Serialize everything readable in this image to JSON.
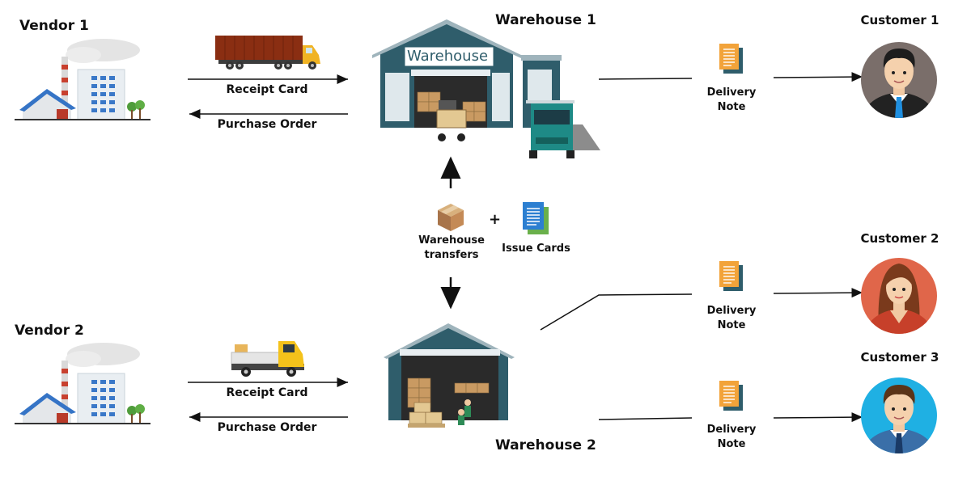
{
  "vendors": [
    {
      "name": "Vendor 1",
      "receipt_label": "Receipt Card",
      "order_label": "Purchase Order"
    },
    {
      "name": "Vendor 2",
      "receipt_label": "Receipt Card",
      "order_label": "Purchase Order"
    }
  ],
  "warehouses": [
    {
      "name": "Warehouse 1",
      "sign": "Warehouse"
    },
    {
      "name": "Warehouse 2"
    }
  ],
  "transfer": {
    "line1": "Warehouse",
    "line2": "transfers",
    "plus": "+",
    "issue_label": "Issue Cards"
  },
  "delivery_notes": [
    {
      "line1": "Delivery",
      "line2": "Note"
    },
    {
      "line1": "Delivery",
      "line2": "Note"
    },
    {
      "line1": "Delivery",
      "line2": "Note"
    }
  ],
  "customers": [
    {
      "name": "Customer 1",
      "bg": "#7a6e6a"
    },
    {
      "name": "Customer 2",
      "bg": "#e0664a"
    },
    {
      "name": "Customer 3",
      "bg": "#1fb0e3"
    }
  ],
  "colors": {
    "warehouse": "#2f5d6b",
    "roof": "#9fb4bc",
    "box": "#c99a62",
    "doc": "#f2a33a",
    "doc_blue": "#2c7fd1"
  }
}
